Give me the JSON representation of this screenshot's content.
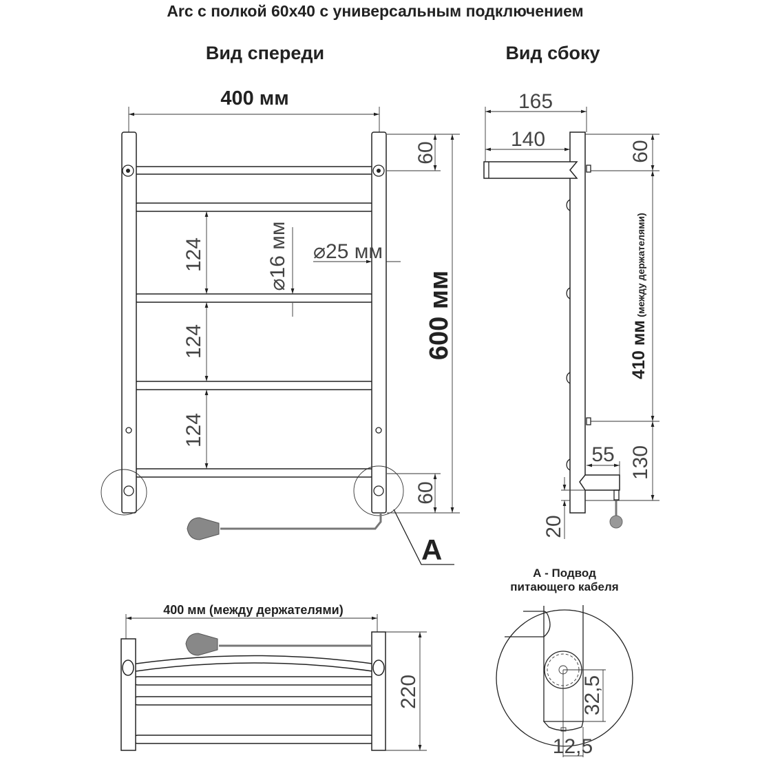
{
  "title": "Arc с полкой 60x40 с универсальным подключением",
  "front_view": {
    "heading": "Вид спереди",
    "width_label": "400 мм",
    "height_label": "600 мм",
    "top_offset": "60",
    "bottom_offset": "60",
    "spacings": [
      "124",
      "124",
      "124"
    ],
    "rung_diameter": "⌀16 мм",
    "post_diameter": "⌀25 мм",
    "detail_marker": "A"
  },
  "side_view": {
    "heading": "Вид сбоку",
    "depth_total": "165",
    "shelf_depth": "140",
    "top_offset": "60",
    "holder_distance": "410 мм",
    "holder_distance_note": "(между держателями)",
    "bottom_offset": "130",
    "connector_depth": "55",
    "bottom_gap": "20"
  },
  "top_view": {
    "width_label": "400 мм (между держателями)",
    "depth_label": "220"
  },
  "detail_a": {
    "title_line1": "А - Подвод",
    "title_line2": "питающего кабеля",
    "vertical_dim": "32,5",
    "horizontal_dim": "12,5"
  }
}
